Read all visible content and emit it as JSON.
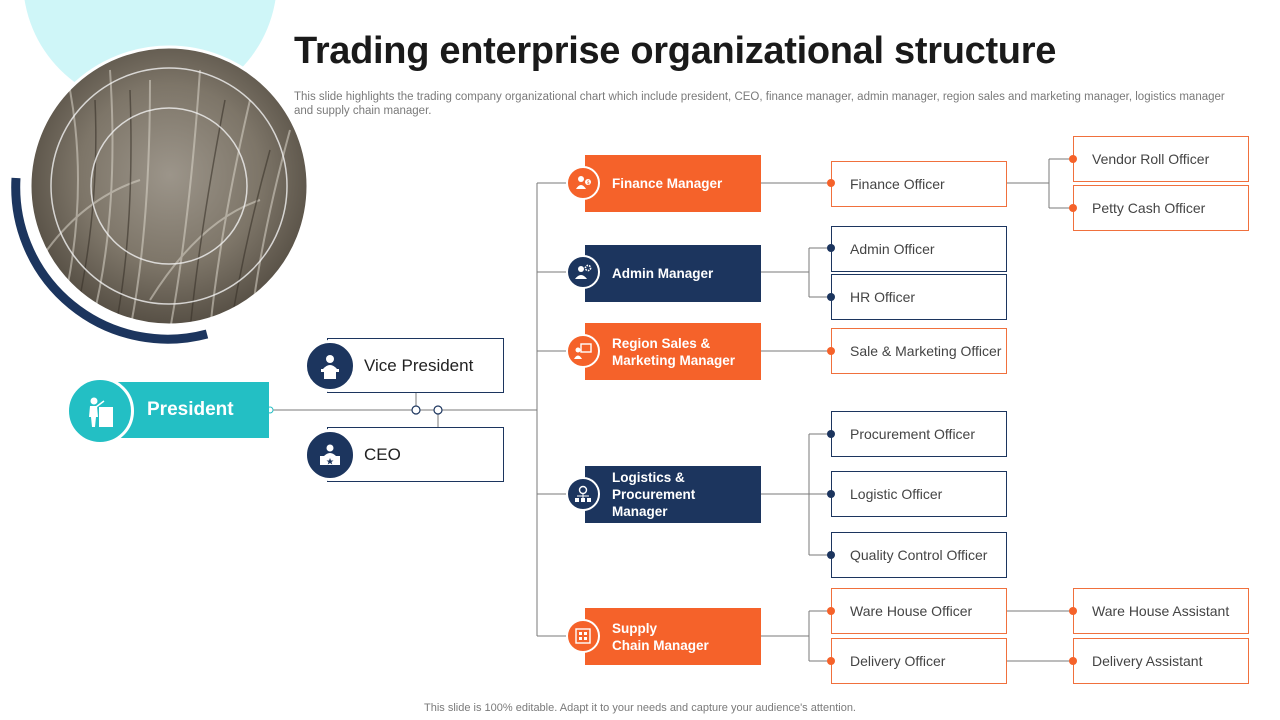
{
  "title": "Trading enterprise organizational structure",
  "subtitle": "This slide highlights the trading company organizational chart which include president, CEO, finance manager, admin manager, region sales and marketing manager, logistics manager and supply chain manager.",
  "footer": "This slide is 100% editable. Adapt it to your needs and capture your audience's attention.",
  "president": {
    "label": "President",
    "icon": "presenter-icon"
  },
  "vice_president": {
    "label": "Vice President",
    "icon": "speaker-podium-icon"
  },
  "ceo": {
    "label": "CEO",
    "icon": "executive-desk-icon"
  },
  "colors": {
    "orange": "#f5622a",
    "navy": "#1c355e",
    "teal": "#23bfc4",
    "light_teal": "#cff6f8"
  },
  "managers": [
    {
      "label_lines": [
        "Finance Manager"
      ],
      "color": "orange",
      "icon": "finance-users-icon"
    },
    {
      "label_lines": [
        "Admin Manager"
      ],
      "color": "navy",
      "icon": "admin-user-gear-icon"
    },
    {
      "label_lines": [
        "Region Sales &",
        "Marketing Manager"
      ],
      "color": "orange",
      "icon": "sales-presentation-icon"
    },
    {
      "label_lines": [
        "Logistics &",
        "Procurement",
        "Manager"
      ],
      "color": "navy",
      "icon": "logistics-network-icon"
    },
    {
      "label_lines": [
        "Supply",
        "Chain Manager"
      ],
      "color": "orange",
      "icon": "supply-chain-icon"
    }
  ],
  "officers": {
    "finance_officer": "Finance Officer",
    "admin_officer": "Admin Officer",
    "hr_officer": "HR Officer",
    "sale_marketing_officer": "Sale & Marketing Officer",
    "procurement_officer": "Procurement  Officer",
    "logistic_officer": "Logistic Officer",
    "quality_control_officer": "Quality Control Officer",
    "warehouse_officer": "Ware House Officer",
    "delivery_officer": "Delivery  Officer"
  },
  "sub_officers": {
    "vendor_roll_officer": "Vendor Roll Officer",
    "petty_cash_officer": "Petty Cash Officer",
    "warehouse_assistant": "Ware House Assistant",
    "delivery_assistant": "Delivery  Assistant"
  }
}
